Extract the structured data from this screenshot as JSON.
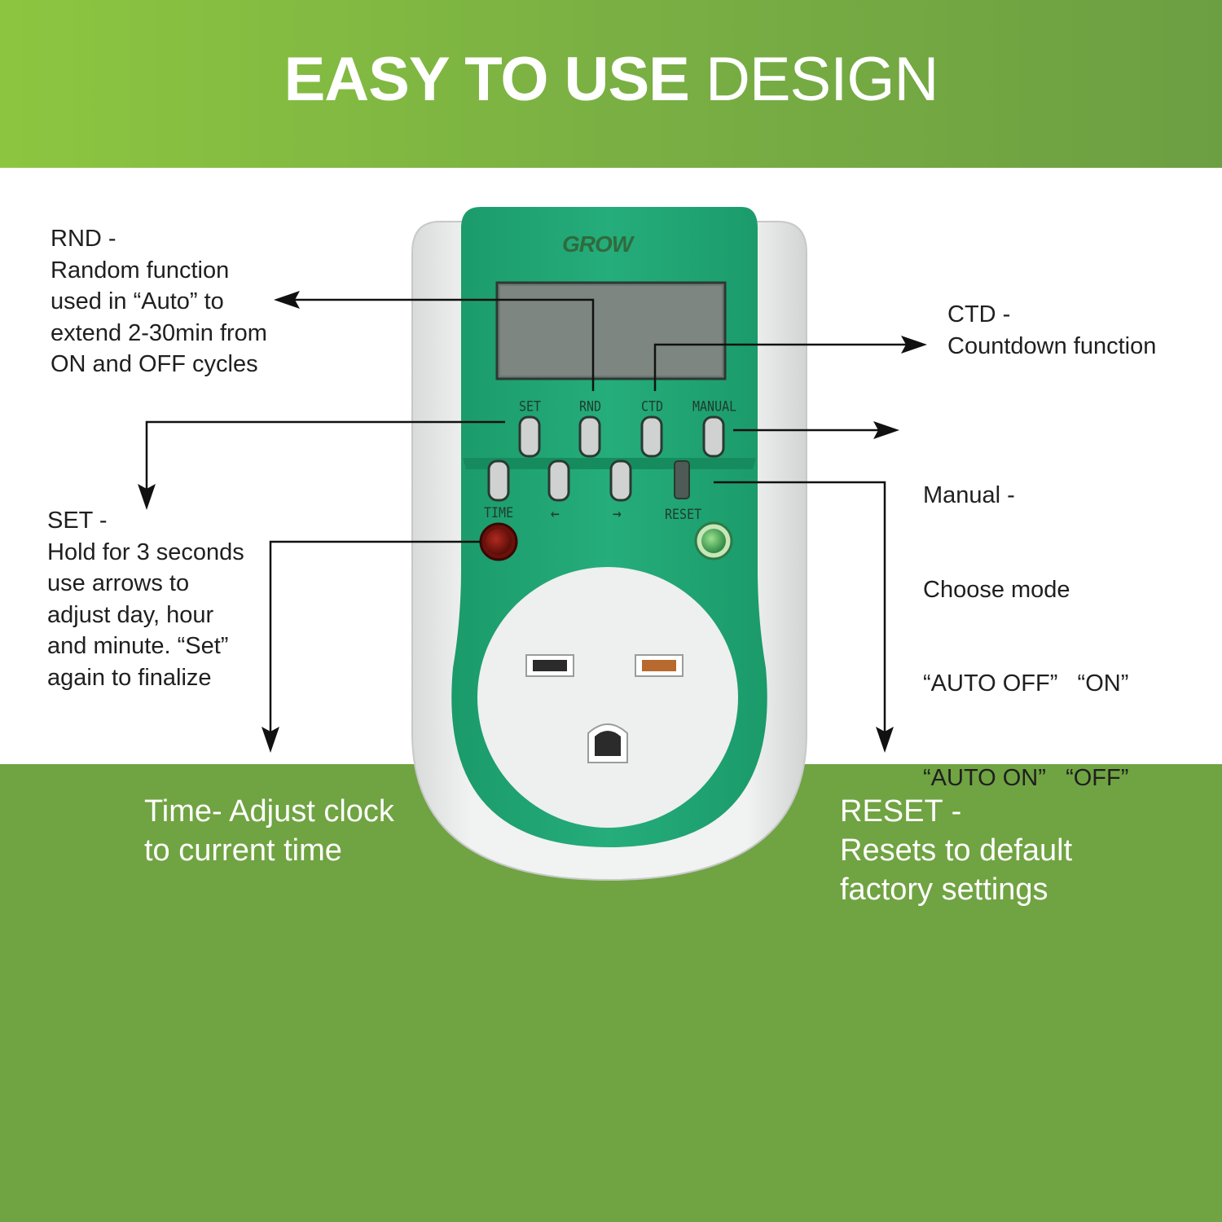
{
  "header": {
    "title_bold": "EASY TO USE",
    "title_light": "DESIGN"
  },
  "device": {
    "logo": "GROW",
    "buttons": {
      "set": "SET",
      "rnd": "RND",
      "ctd": "CTD",
      "manual": "MANUAL",
      "time": "TIME",
      "left_arrow": "←",
      "right_arrow": "→",
      "reset": "RESET"
    }
  },
  "callouts": {
    "rnd": {
      "lines": [
        "RND -",
        "Random function",
        "used in “Auto” to",
        "extend 2-30min from",
        "ON and OFF cycles"
      ]
    },
    "ctd": {
      "lines": [
        "CTD -",
        "Countdown function"
      ]
    },
    "manual": {
      "lines": [
        "Manual -",
        "Choose mode",
        "“AUTO OFF”   “ON”",
        "“AUTO ON”   “OFF”"
      ]
    },
    "set": {
      "lines": [
        "SET -",
        "Hold for 3 seconds",
        "use arrows to",
        "adjust day, hour",
        "and minute. “Set”",
        "again to finalize"
      ]
    },
    "time": {
      "lines": [
        "Time- Adjust clock",
        "to current time"
      ]
    },
    "reset": {
      "lines": [
        "RESET -",
        "Resets to default",
        "factory settings"
      ]
    }
  },
  "colors": {
    "green_band": "#70a342",
    "device_green": "#1fa574",
    "device_white": "#e9eaea"
  }
}
